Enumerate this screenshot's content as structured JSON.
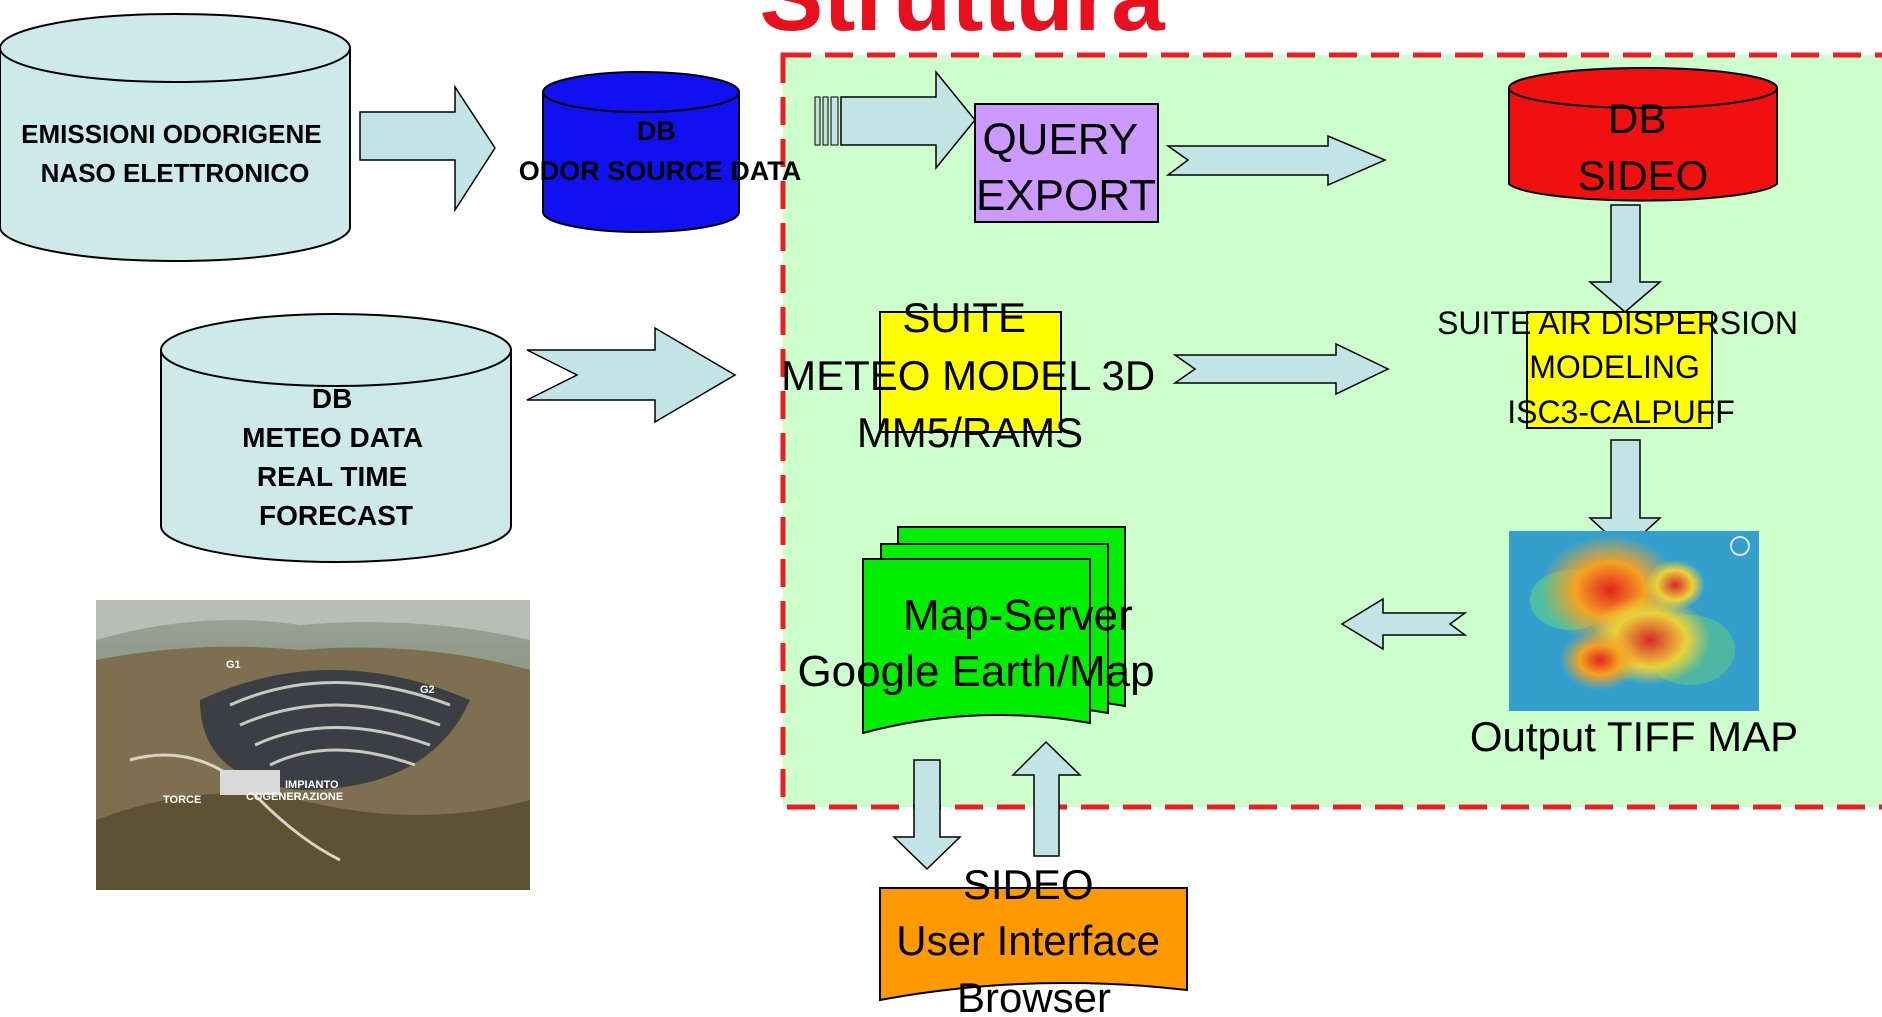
{
  "title": "Struttura",
  "colors": {
    "title": "#e8101e",
    "cylinder_light": "#cde9ea",
    "cylinder_blue": "#1010f0",
    "cylinder_red": "#f01010",
    "arrow_fill": "#c3e4e6",
    "area_fill": "#ccffcc",
    "area_border": "#ee1c24",
    "query_fill": "#cc99ff",
    "yellow": "#ffff00",
    "green_doc": "#00ee00",
    "orange_doc": "#ff9900"
  },
  "nodes": {
    "emissioni": {
      "lines": [
        "EMISSIONI ODORIGENE",
        "NASO ELETTRONICO"
      ]
    },
    "db_odor": {
      "lines": [
        "DB",
        "ODOR SOURCE DATA"
      ]
    },
    "query": {
      "lines": [
        "QUERY",
        "EXPORT"
      ]
    },
    "db_sideo": {
      "lines": [
        "DB",
        "SIDEO"
      ]
    },
    "db_meteo": {
      "lines": [
        "DB",
        "METEO DATA",
        "REAL TIME",
        "FORECAST"
      ]
    },
    "suite_meteo": {
      "lines": [
        "SUITE",
        "METEO MODEL 3D",
        "MM5/RAMS"
      ]
    },
    "suite_air": {
      "lines": [
        "SUITE AIR DISPERSION",
        "MODELING",
        "ISC3-CALPUFF"
      ]
    },
    "map_server": {
      "lines": [
        "Map-Server",
        "Google Earth/Map"
      ]
    },
    "output_tiff": {
      "label": "Output TIFF MAP"
    },
    "sideo_ui": {
      "lines": [
        "SIDEO",
        "User Interface",
        "Browser"
      ]
    }
  },
  "photo_labels": [
    "G1",
    "G2",
    "IMPIANTO",
    "COGENERAZIONE",
    "TORCE"
  ],
  "icons": {
    "photo": "landfill-quarry-photo",
    "map": "dispersion-heatmap-image"
  }
}
